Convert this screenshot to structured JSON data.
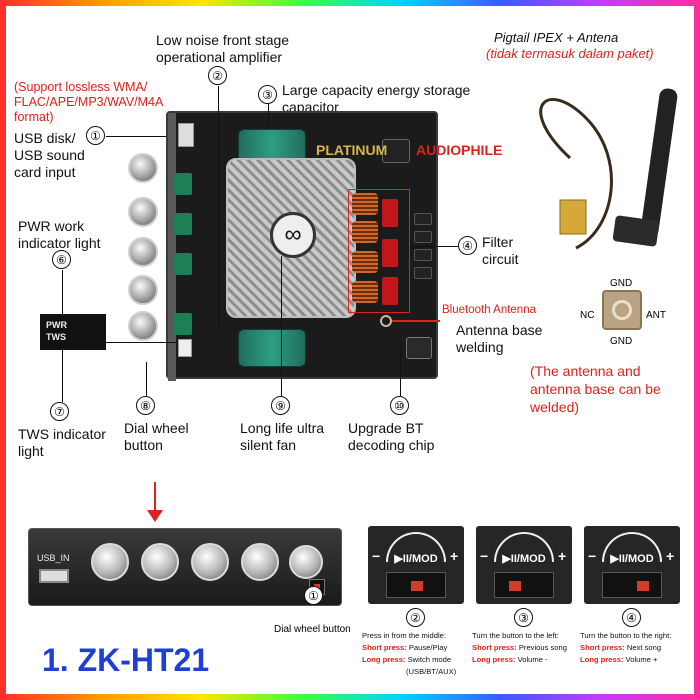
{
  "labels": {
    "usb_support": "(Support lossless WMA/ FLAC/APE/MP3/WAV/M4A format)",
    "usb_input": "USB disk/ USB sound card input",
    "opamp": "Low noise front stage operational amplifier",
    "capacitor": "Large capacity energy storage capacitor",
    "filter": "Filter circuit",
    "pwr": "PWR work indicator light",
    "tws": "TWS indicator light",
    "dial": "Dial wheel button",
    "fan": "Long life ultra silent fan",
    "bt_chip": "Upgrade BT decoding chip",
    "bt_antenna": "Bluetooth Antenna",
    "antenna_base": "Antenna base welding",
    "pigtail": "Pigtail IPEX + Antena",
    "pigtail_note": "(tidak termasuk dalam paket)",
    "weld_note": "(The antenna and antenna base can be welded)",
    "watermark_left": "PLATINUM",
    "watermark_right": "AUDIOPHILE"
  },
  "numbers": {
    "n1": "①",
    "n2": "②",
    "n3": "③",
    "n4": "④",
    "n5": "⑥",
    "n6": "⑦",
    "n7": "⑧",
    "n8": "⑨",
    "n9": "⑩"
  },
  "inset": {
    "pwr": "PWR",
    "tws": "TWS"
  },
  "antenna_base": {
    "top": "GND",
    "bottom": "GND",
    "left": "NC",
    "right": "ANT"
  },
  "panel": {
    "usb_label": "USB_IN",
    "dial_caption": "Dial wheel button",
    "dial_number": "①"
  },
  "modes": [
    {
      "number": "②",
      "button": "▶II/MOD",
      "line1": "Press in from the middle:",
      "short_label": "Short press:",
      "short_value": "Pause/Play",
      "long_label": "Long press:",
      "long_value": "Switch mode",
      "extra": "(USB/BT/AUX)"
    },
    {
      "number": "③",
      "button": "▶II/MOD",
      "line1": "Turn the button to the left:",
      "short_label": "Short press:",
      "short_value": "Previous song",
      "long_label": "Long press:",
      "long_value": "Volume -",
      "extra": ""
    },
    {
      "number": "④",
      "button": "▶II/MOD",
      "line1": "Turn the button to the right:",
      "short_label": "Short press:",
      "short_value": "Next song",
      "long_label": "Long press:",
      "long_value": "Volume +",
      "extra": ""
    }
  ],
  "model": "1. ZK-HT21",
  "colors": {
    "accent_red": "#e0201a",
    "model_blue": "#1d3fd8",
    "pcb": "#1b1b1b"
  }
}
